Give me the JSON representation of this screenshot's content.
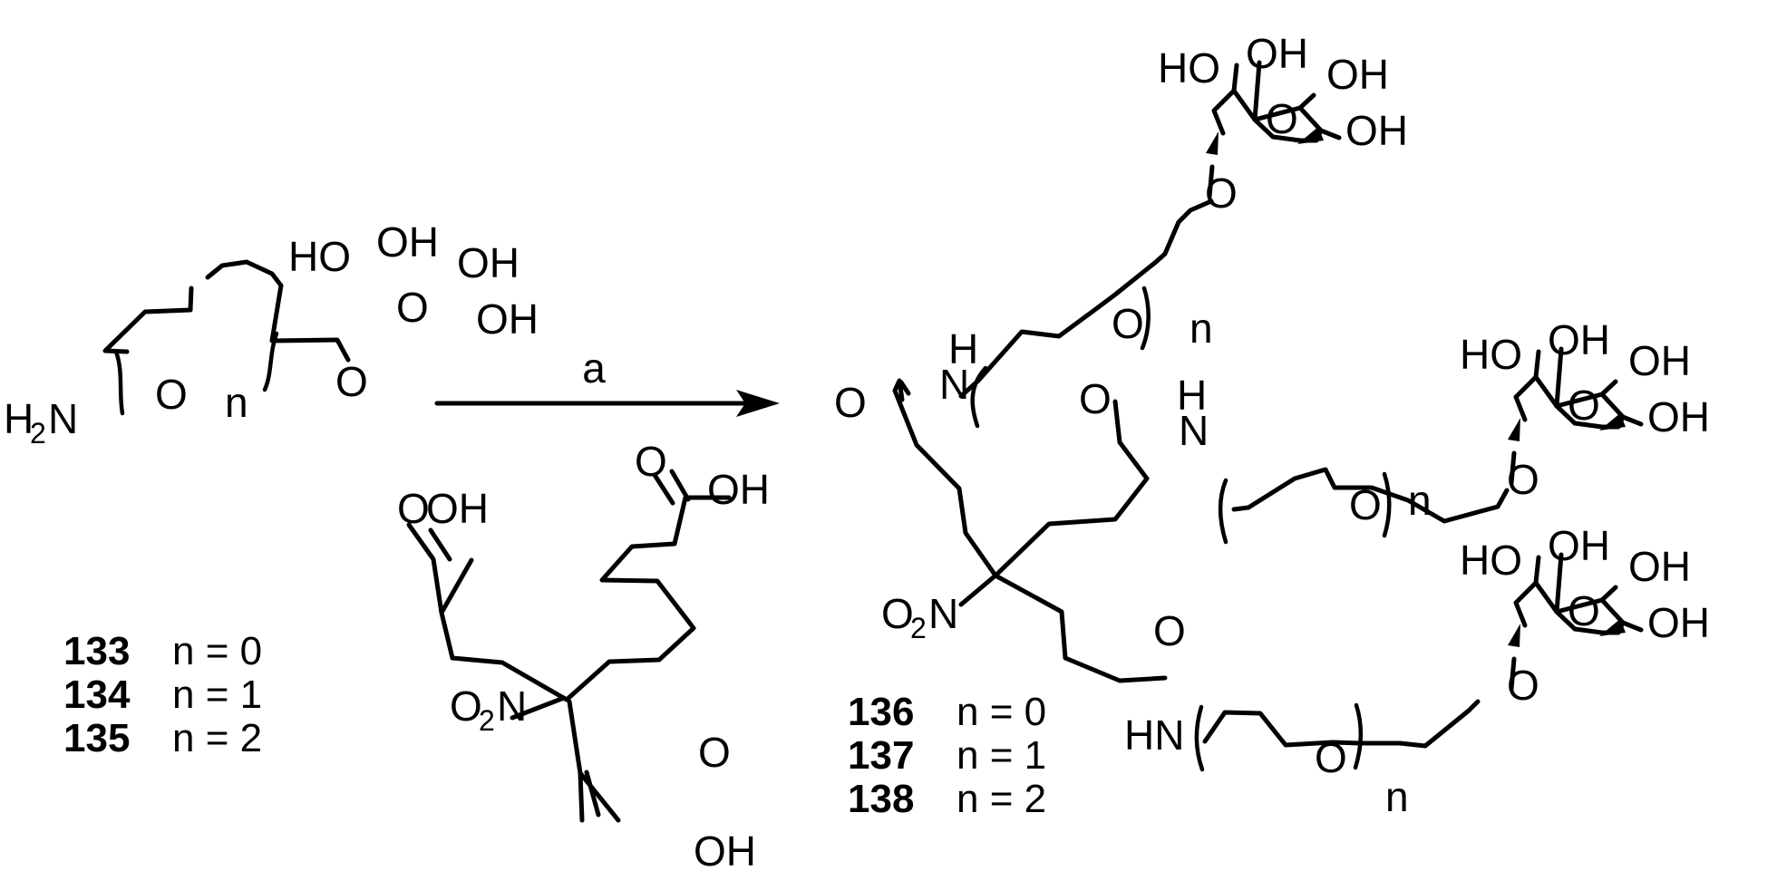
{
  "scheme": {
    "reagent_label": "a",
    "atoms": {
      "O": "O",
      "OH": "OH",
      "HO": "HO",
      "H": "H",
      "N": "N",
      "HN": "HN",
      "H2N_H": "H",
      "H2N_sub": "2",
      "H2N_N": "N",
      "O2N_O": "O",
      "O2N_sub": "2",
      "O2N_N": "N",
      "n": "n"
    },
    "starting_materials": [
      {
        "id": "133",
        "condition": "n = 0"
      },
      {
        "id": "134",
        "condition": "n = 1"
      },
      {
        "id": "135",
        "condition": "n = 2"
      }
    ],
    "products": [
      {
        "id": "136",
        "condition": "n = 0"
      },
      {
        "id": "137",
        "condition": "n = 1"
      },
      {
        "id": "138",
        "condition": "n = 2"
      }
    ]
  }
}
